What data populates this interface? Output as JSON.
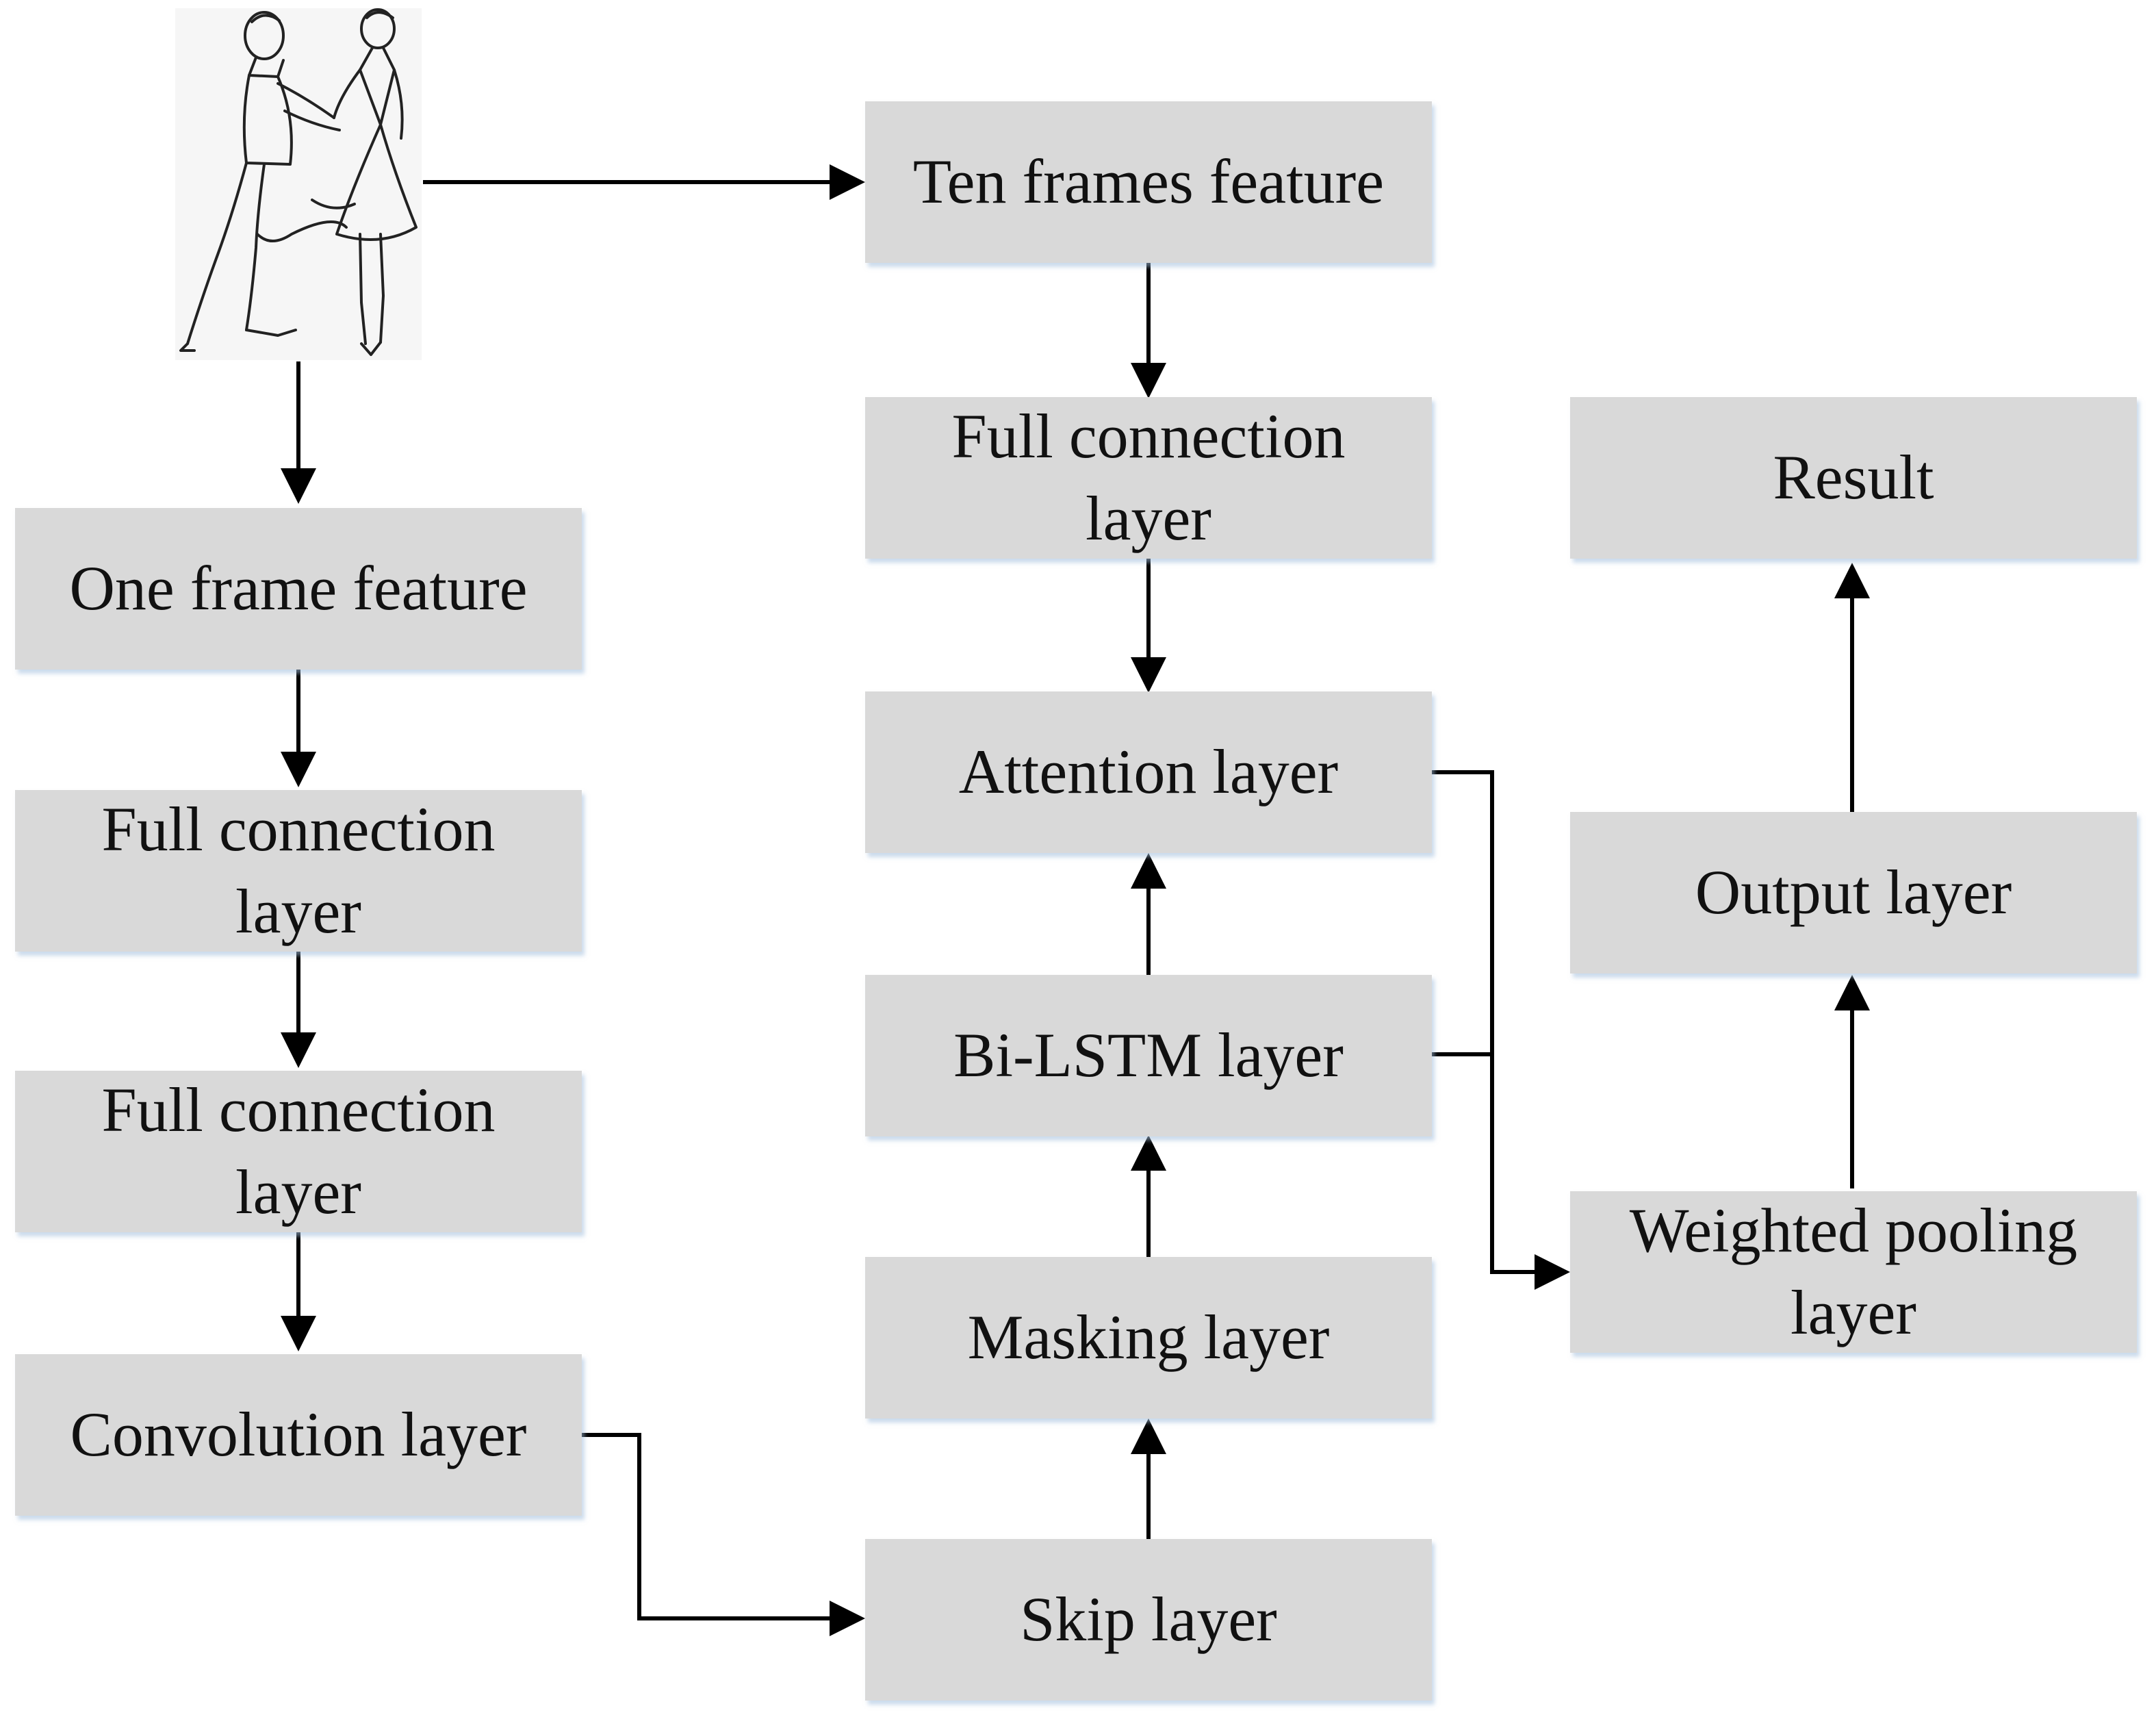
{
  "nodes": {
    "ten_frames": {
      "lines": [
        "Ten frames feature"
      ]
    },
    "one_frame": {
      "lines": [
        "One frame feature"
      ]
    },
    "fc_right": {
      "lines": [
        "Full connection",
        "layer"
      ]
    },
    "fc_left_1": {
      "lines": [
        "Full connection",
        "layer"
      ]
    },
    "fc_left_2": {
      "lines": [
        "Full connection",
        "layer"
      ]
    },
    "convolution": {
      "lines": [
        "Convolution layer"
      ]
    },
    "attention": {
      "lines": [
        "Attention layer"
      ]
    },
    "bilstm": {
      "lines": [
        "Bi-LSTM layer"
      ]
    },
    "masking": {
      "lines": [
        "Masking layer"
      ]
    },
    "skip": {
      "lines": [
        "Skip layer"
      ]
    },
    "result": {
      "lines": [
        "Result"
      ]
    },
    "output": {
      "lines": [
        "Output layer"
      ]
    },
    "weighted_pooling": {
      "lines": [
        "Weighted pooling",
        "layer"
      ]
    }
  },
  "colors": {
    "box_fill": "#d9d9d9",
    "box_shadow": "#a0bedc",
    "line": "#000000",
    "text": "#111111"
  },
  "image": {
    "icon": "ballet-dancers-sketch-icon"
  }
}
